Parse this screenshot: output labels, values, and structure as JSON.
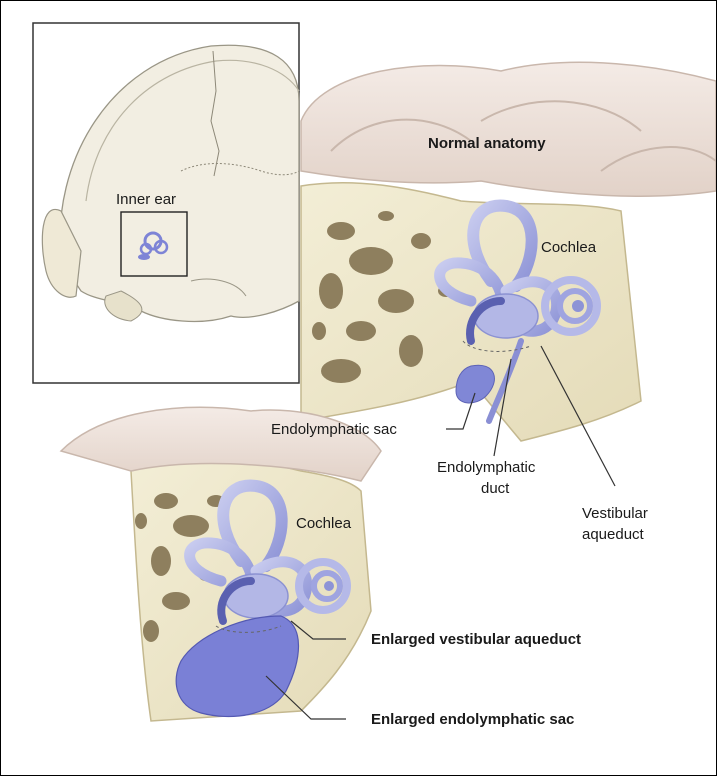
{
  "labels": {
    "normal_anatomy": "Normal anatomy",
    "inner_ear": "Inner ear",
    "cochlea_top": "Cochlea",
    "endolymphatic_sac": "Endolymphatic sac",
    "endolymphatic_duct_1": "Endolymphatic",
    "endolymphatic_duct_2": "duct",
    "vestibular_aqueduct_1": "Vestibular",
    "vestibular_aqueduct_2": "aqueduct",
    "cochlea_bottom": "Cochlea",
    "enlarged_vestibular_aqueduct": "Enlarged vestibular aqueduct",
    "enlarged_endolymphatic_sac": "Enlarged endolymphatic sac"
  },
  "colors": {
    "bone": "#efe9cf",
    "bone_shadow": "#cfc59e",
    "cavity": "#8a7b5a",
    "brain": "#efe3dc",
    "labyrinth": "#a9aee0",
    "sac": "#7d82d6",
    "leader": "#333333"
  }
}
